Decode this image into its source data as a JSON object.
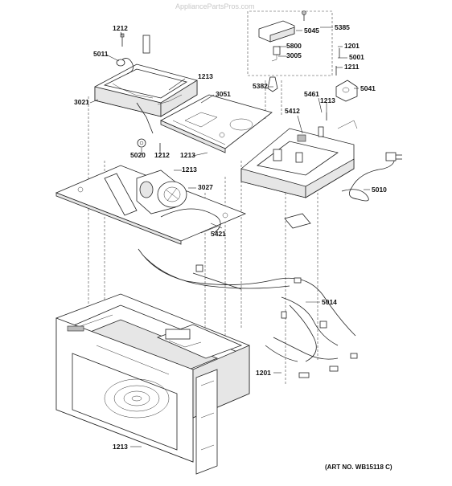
{
  "watermark": "AppliancePartsPros.com",
  "art_number": "(ART NO. WB15118 C)",
  "part_labels": [
    "1212",
    "5011",
    "1213",
    "3021",
    "3051",
    "5020",
    "1212",
    "1213",
    "1213",
    "3027",
    "5421",
    "5045",
    "5385",
    "5800",
    "3005",
    "5382",
    "1201",
    "5001",
    "1211",
    "5041",
    "5461",
    "5412",
    "1213",
    "5010",
    "5014",
    "1201",
    "1213"
  ]
}
